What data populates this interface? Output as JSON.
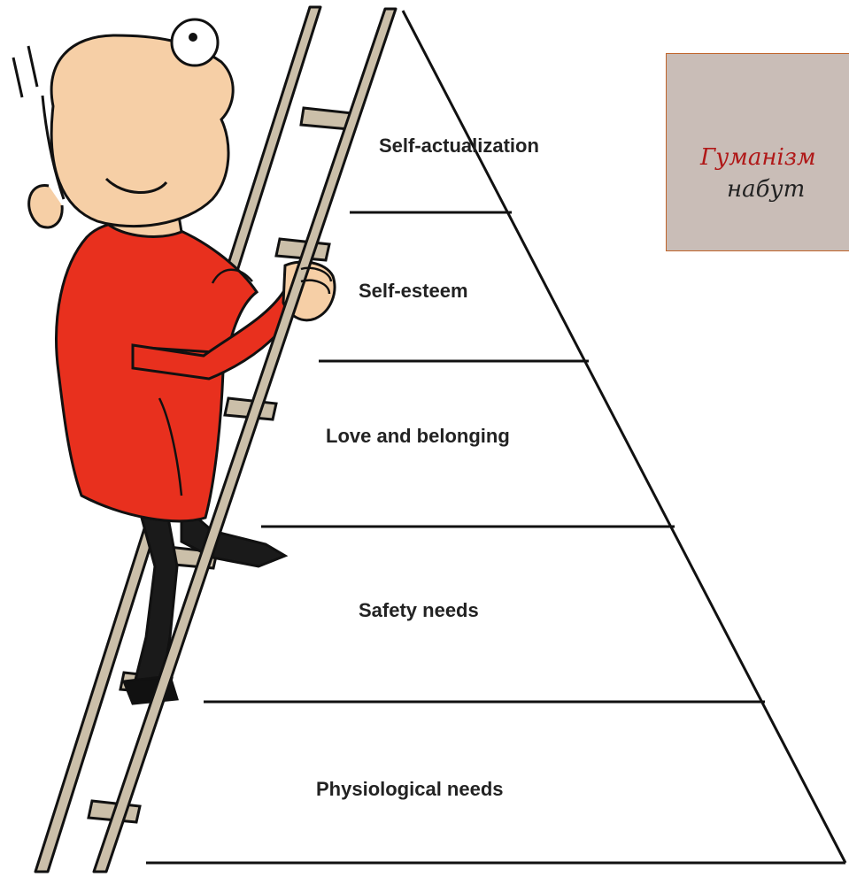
{
  "diagram": {
    "levels": [
      {
        "label": "Self-actualization"
      },
      {
        "label": "Self-esteem"
      },
      {
        "label": "Love and belonging"
      },
      {
        "label": "Safety needs"
      },
      {
        "label": "Physiological needs"
      }
    ]
  },
  "note": {
    "line1": "Гуманізм",
    "line2": "набут",
    "line1_color": "#b01818",
    "line2_color": "#222222",
    "background": "#c9bdb7",
    "border_color": "#c0642a"
  },
  "illustration": {
    "subject": "cartoon-man-climbing-ladder",
    "shirt_color": "#e8301e",
    "skin_color": "#f6cfa6",
    "ladder_color": "#cbbfa9"
  }
}
